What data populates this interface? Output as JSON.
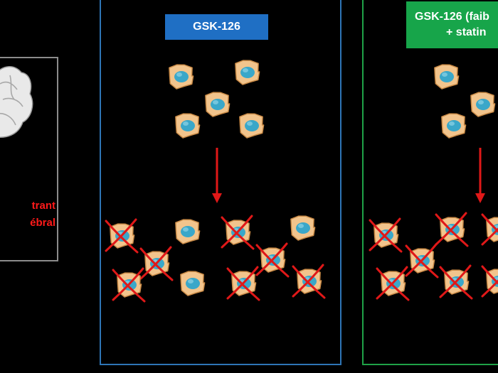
{
  "panels": {
    "left": {
      "caption_line1": "trant",
      "caption_line2": "ébral",
      "caption_color": "#ff1a1a",
      "border_color": "#8c8c8c"
    },
    "middle": {
      "label": "GSK-126",
      "label_bg": "#1f6fc4",
      "border_color": "#2e75b6"
    },
    "right": {
      "label_line1": "GSK-126 (faib",
      "label_line2": "+ statin",
      "label_bg": "#17a54a",
      "border_color": "#1fa247"
    }
  },
  "colors": {
    "background": "#000000",
    "cell_body": "#f2c48c",
    "cell_outline": "#c98a46",
    "nucleus": "#3aa7c9",
    "cross": "#e01818",
    "arrow": "#e01818",
    "brain": "#e9e9e9"
  },
  "icons": [
    "brain-icon",
    "cell-icon",
    "dead-cell-icon",
    "down-arrow-icon"
  ]
}
